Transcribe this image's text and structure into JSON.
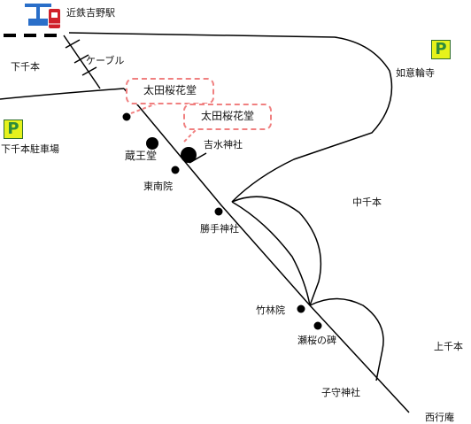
{
  "stations": {
    "kintetsu_yoshino": "近鉄吉野駅"
  },
  "cable": {
    "label": "ケーブル"
  },
  "areas": {
    "shimo_senbon_left": "下千本",
    "naka_senbon": "中千本",
    "kami_senbon": "上千本"
  },
  "parking": [
    {
      "symbol": "P",
      "label": "下千本駐車場"
    },
    {
      "symbol": "P",
      "label": "如意輪寺"
    }
  ],
  "callouts": [
    {
      "text": "太田桜花堂"
    },
    {
      "text": "太田桜花堂"
    }
  ],
  "landmarks": {
    "zaodo": "蔵王堂",
    "yoshimizu": "吉水神社",
    "tonanin": "東南院",
    "katte": "勝手神社",
    "chikurinin": "竹林院",
    "monument": "瀬桜の碑",
    "komori": "子守神社",
    "saigyoan": "西行庵"
  },
  "colors": {
    "road": "#000000",
    "callout_border": "#f08080",
    "parking_fill": "#e6f21c",
    "parking_text": "#2e8b3c",
    "station_blue": "#2a6fc9",
    "station_red": "#d0202a"
  }
}
